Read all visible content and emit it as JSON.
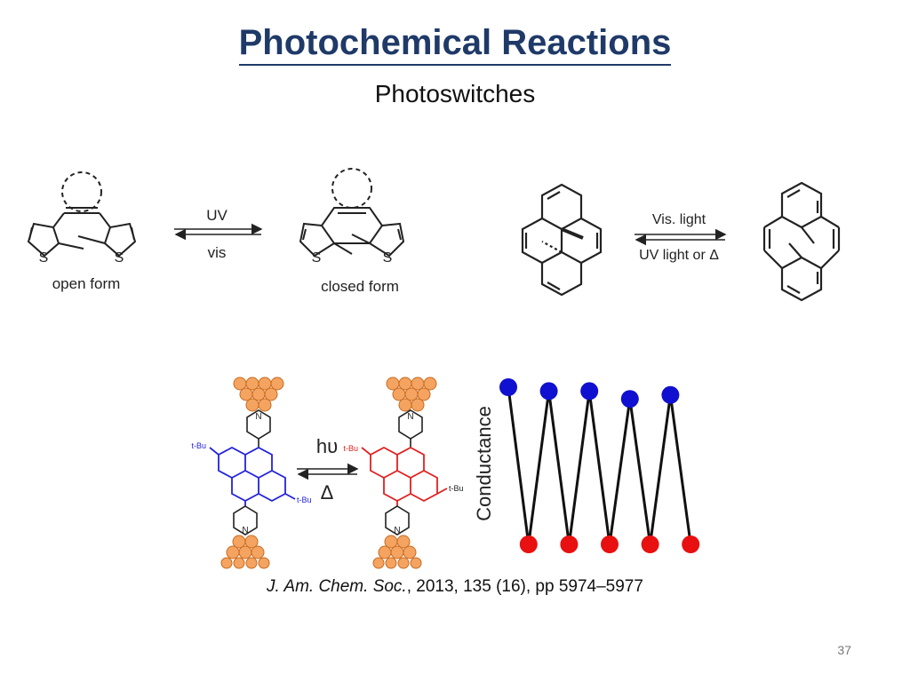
{
  "slide": {
    "title": "Photochemical Reactions",
    "subtitle": "Photoswitches",
    "page_number": "37"
  },
  "scheme1": {
    "arrow_top": "UV",
    "arrow_bottom": "vis",
    "left_label": "open form",
    "right_label": "closed form",
    "atom_s": "S"
  },
  "scheme2": {
    "arrow_top": "Vis. light",
    "arrow_bottom": "UV light or Δ"
  },
  "scheme3": {
    "arrow_top": "hυ",
    "arrow_bottom": "Δ",
    "substituent": "t-Bu",
    "atom_n": "N",
    "chart_label": "Conductance",
    "colors": {
      "high": "#1010d0",
      "low": "#e81010",
      "open_form": "#2222dd",
      "closed_form": "#e02020",
      "electrode": "#f4a460"
    }
  },
  "chart_data": {
    "type": "line",
    "title": "",
    "xlabel": "",
    "ylabel": "Conductance",
    "levels": {
      "high": 1,
      "low": 0
    },
    "sequence": [
      1,
      0,
      1,
      0,
      1,
      0,
      1,
      0,
      1,
      0
    ]
  },
  "reference": {
    "journal": "J. Am. Chem. Soc.",
    "details": ", 2013, 135 (16), pp 5974–5977"
  }
}
